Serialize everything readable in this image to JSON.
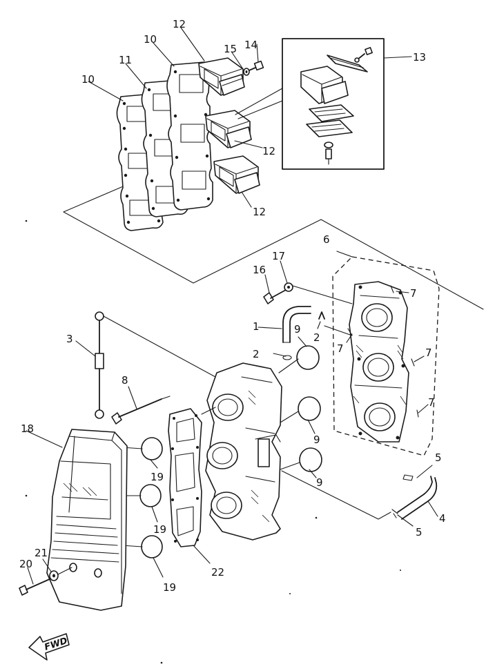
{
  "diagram": {
    "callouts": {
      "p1": "1",
      "p2a": "2",
      "p2b": "2",
      "p3": "3",
      "p4": "4",
      "p5a": "5",
      "p5b": "5",
      "p6": "6",
      "p7a": "7",
      "p7b": "7",
      "p7c": "7",
      "p7d": "7",
      "p8": "8",
      "p9a": "9",
      "p9b": "9",
      "p9c": "9",
      "p10a": "10",
      "p10b": "10",
      "p11": "11",
      "p12a": "12",
      "p12b": "12",
      "p12c": "12",
      "p13": "13",
      "p14": "14",
      "p15": "15",
      "p16": "16",
      "p17": "17",
      "p18": "18",
      "p19a": "19",
      "p19b": "19",
      "p19c": "19",
      "p20": "20",
      "p21": "21",
      "p22": "22"
    },
    "fwd_label": "FWD"
  }
}
